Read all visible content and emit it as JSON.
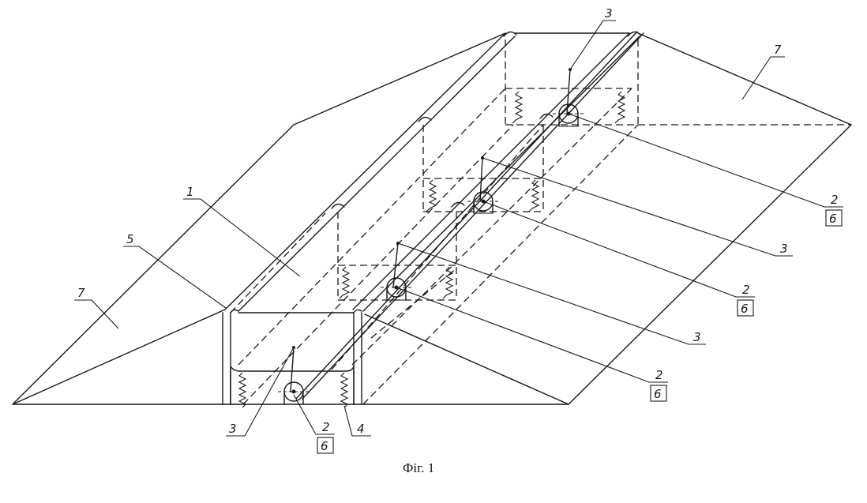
{
  "figure": {
    "caption": "Фіг. 1",
    "labels": {
      "trough": "1",
      "axle": "2",
      "lever": "3",
      "spring": "4",
      "frame": "5",
      "support": "6",
      "ramp": "7"
    }
  }
}
